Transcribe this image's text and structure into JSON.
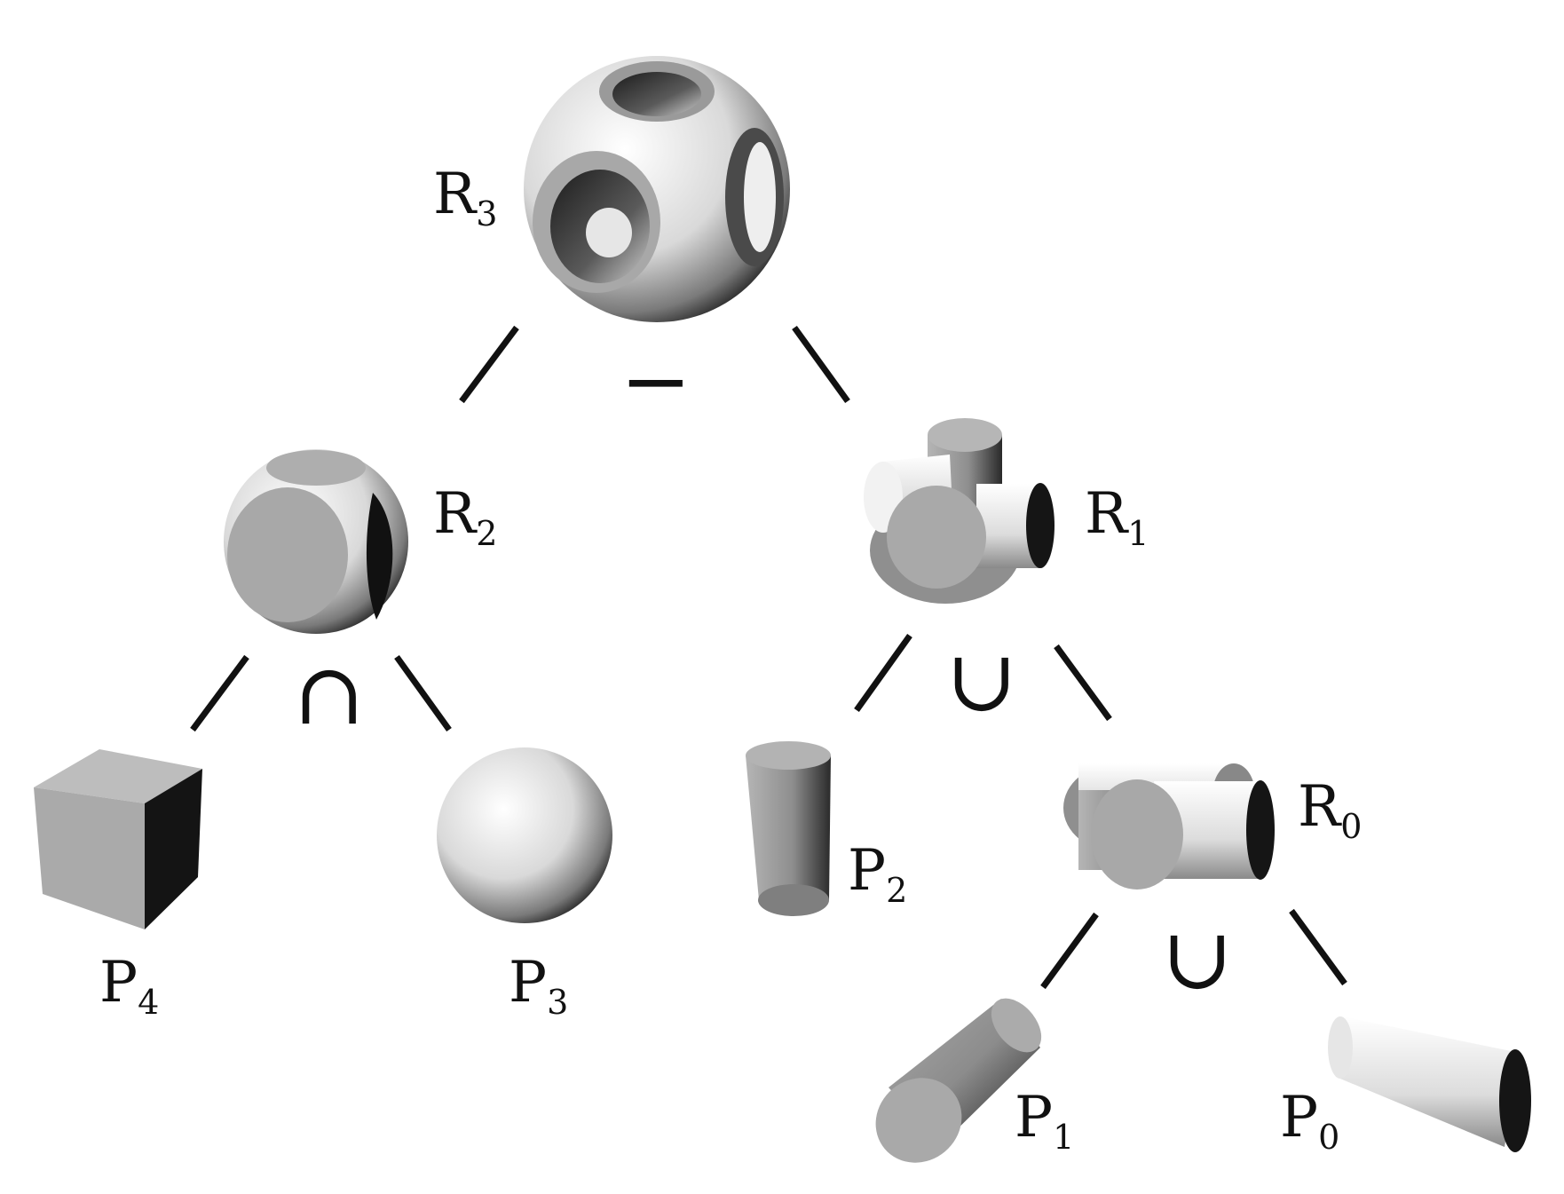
{
  "tree": {
    "root": "R3",
    "nodes": [
      {
        "id": "R3",
        "label": "R",
        "sub": "3",
        "operator": "−",
        "children": [
          "R2",
          "R1"
        ]
      },
      {
        "id": "R2",
        "label": "R",
        "sub": "2",
        "operator": "∩",
        "children": [
          "P4",
          "P3"
        ]
      },
      {
        "id": "R1",
        "label": "R",
        "sub": "1",
        "operator": "∪",
        "children": [
          "P2",
          "R0"
        ]
      },
      {
        "id": "R0",
        "label": "R",
        "sub": "0",
        "operator": "∪",
        "children": [
          "P1",
          "P0"
        ]
      },
      {
        "id": "P4",
        "label": "P",
        "sub": "4",
        "shape": "cube"
      },
      {
        "id": "P3",
        "label": "P",
        "sub": "3",
        "shape": "sphere"
      },
      {
        "id": "P2",
        "label": "P",
        "sub": "2",
        "shape": "cylinder"
      },
      {
        "id": "P1",
        "label": "P",
        "sub": "1",
        "shape": "cylinder"
      },
      {
        "id": "P0",
        "label": "P",
        "sub": "0",
        "shape": "cylinder"
      }
    ]
  },
  "labels": {
    "R3": {
      "main": "R",
      "sub": "3"
    },
    "R2": {
      "main": "R",
      "sub": "2"
    },
    "R1": {
      "main": "R",
      "sub": "1"
    },
    "R0": {
      "main": "R",
      "sub": "0"
    },
    "P4": {
      "main": "P",
      "sub": "4"
    },
    "P3": {
      "main": "P",
      "sub": "3"
    },
    "P2": {
      "main": "P",
      "sub": "2"
    },
    "P1": {
      "main": "P",
      "sub": "1"
    },
    "P0": {
      "main": "P",
      "sub": "0"
    }
  },
  "operators": {
    "R3": "−",
    "R2": "∩",
    "R1": "∪",
    "R0": "∪"
  }
}
